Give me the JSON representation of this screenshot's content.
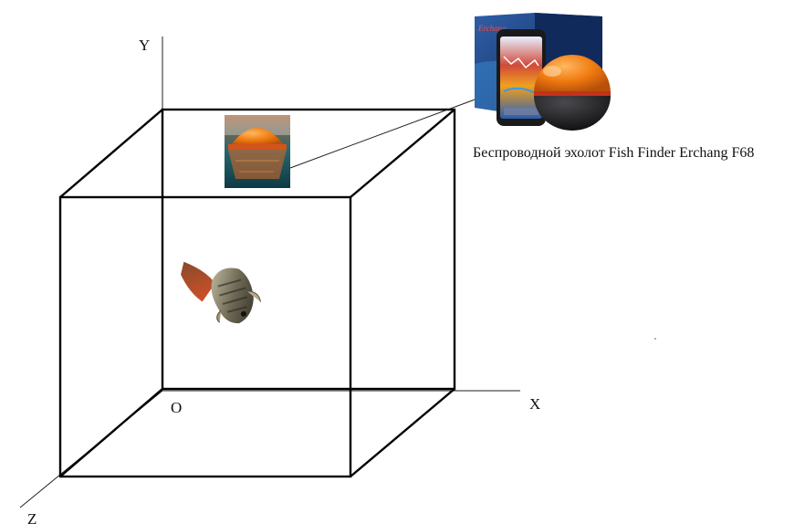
{
  "axes": {
    "y_label": "Y",
    "x_label": "X",
    "z_label": "Z",
    "origin_label": "O"
  },
  "product": {
    "caption": "Беспроводной эхолот Fish Finder Erchang F68",
    "brand_text": "Erchang",
    "colors": {
      "sphere_orange": "#f07a10",
      "sphere_dark": "#1d1d1f",
      "stripe": "#c2331a",
      "box_blue": "#1a3e7a",
      "water": "#1e6e7a"
    }
  },
  "icons": {
    "sensor": "fish-finder-sensor-photo",
    "fish": "fish-image",
    "package": "product-package-with-phone"
  }
}
